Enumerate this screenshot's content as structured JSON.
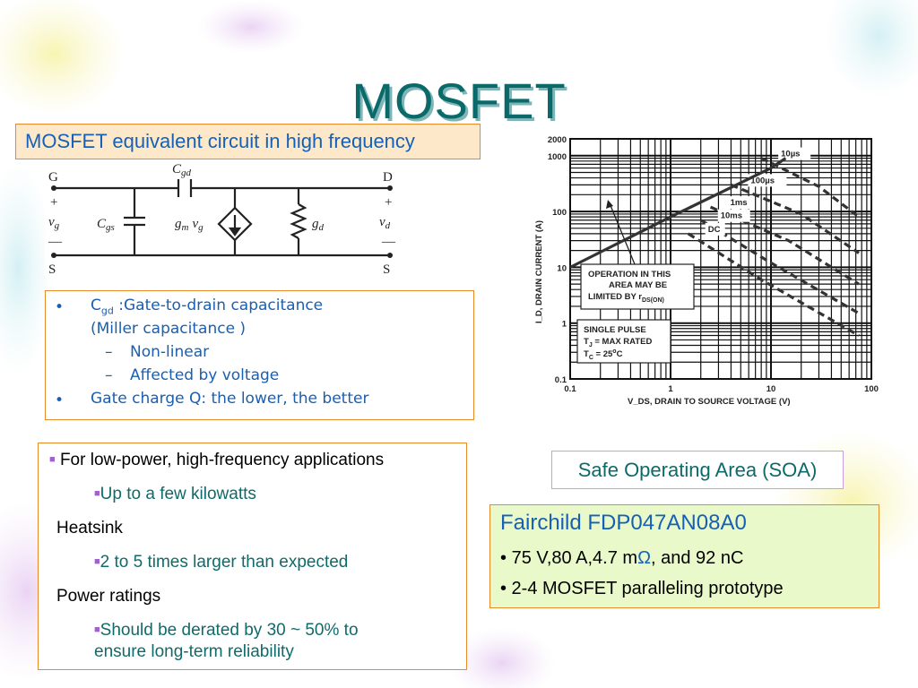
{
  "slide": {
    "title": "MOSFET",
    "heading": "MOSFET equivalent circuit in high frequency"
  },
  "circuit": {
    "node_G": "G",
    "node_S_left": "S",
    "node_D": "D",
    "node_S_right": "S",
    "plus_left": "+",
    "minus_left": "—",
    "vg": "v",
    "vg_sub": "g",
    "vd": "v",
    "vd_sub": "d",
    "plus_right": "+",
    "minus_right": "—",
    "cgd": "C",
    "cgd_sub": "gd",
    "cgs": "C",
    "cgs_sub": "gs",
    "gm": "g",
    "gm_sub": "m",
    "gm_v": "v",
    "gm_v_sub": "g",
    "gd": "g",
    "gd_sub": "d"
  },
  "bullets": {
    "item1_main": "C",
    "item1_sub": "gd",
    "item1_rest": " :Gate-to-drain capacitance",
    "item1_line2": "(Miller capacitance )",
    "sub1": "Non-linear",
    "sub2": "Affected by voltage",
    "dash": "–",
    "bullet": "•",
    "item2": "Gate charge Q: the lower, the better"
  },
  "notes": {
    "n1": "For low-power, high-frequency applications",
    "n1a": "Up to a few kilowatts",
    "n2": "Heatsink",
    "n2a": "2 to 5 times larger than expected",
    "n3": "Power ratings",
    "n3a_line1": "Should be derated by 30 ~ 50% to",
    "n3a_line2": "ensure long-term reliability"
  },
  "soa_label": "Safe Operating Area (SOA)",
  "part": {
    "name": "Fairchild FDP047AN08A0",
    "bullet": "•",
    "spec_a": " 75 V,80 A,4.7 m",
    "spec_ohm": "Ω",
    "spec_b": ", and 92 nC",
    "proto": "• 2-4 MOSFET paralleling prototype"
  },
  "chart_data": {
    "type": "line",
    "title": "",
    "xlabel": "V_DS, DRAIN TO SOURCE VOLTAGE (V)",
    "ylabel": "I_D, DRAIN CURRENT (A)",
    "xscale": "log",
    "yscale": "log",
    "xlim": [
      0.1,
      100
    ],
    "ylim": [
      0.1,
      2000
    ],
    "x_ticks": [
      "0.1",
      "1",
      "10",
      "100"
    ],
    "y_ticks": [
      "0.1",
      "1",
      "10",
      "100",
      "1000",
      "2000"
    ],
    "series": [
      {
        "name": "10µs",
        "style": "dashed",
        "x": [
          8,
          30,
          75
        ],
        "y": [
          900,
          280,
          80
        ]
      },
      {
        "name": "100µs",
        "style": "dashed",
        "x": [
          4,
          20,
          75
        ],
        "y": [
          300,
          90,
          18
        ]
      },
      {
        "name": "1ms",
        "style": "dashed",
        "x": [
          2.5,
          15,
          75
        ],
        "y": [
          120,
          30,
          5
        ]
      },
      {
        "name": "10ms",
        "style": "dashed",
        "x": [
          2,
          10,
          75
        ],
        "y": [
          70,
          12,
          1.5
        ]
      },
      {
        "name": "DC",
        "style": "dashed",
        "x": [
          1.5,
          8,
          75
        ],
        "y": [
          40,
          6,
          0.6
        ]
      },
      {
        "name": "",
        "style": "solid",
        "x": [
          0.1,
          1,
          10,
          14
        ],
        "y": [
          10,
          80,
          600,
          900
        ]
      }
    ],
    "annotations": {
      "operation": "OPERATION IN THIS\nAREA MAY BE\nLIMITED BY r",
      "operation_sub": "DS(ON)",
      "single_pulse_1": "SINGLE PULSE",
      "single_pulse_2": "T",
      "single_pulse_2_sub": "J",
      "single_pulse_2_rest": " = MAX RATED",
      "single_pulse_3": "T",
      "single_pulse_3_sub": "C",
      "single_pulse_3_rest": " = 25",
      "single_pulse_3_deg": "o",
      "single_pulse_3_end": "C"
    },
    "grid": true
  },
  "colors": {
    "title": "#0a6a6a",
    "heading_text": "#1560b8",
    "box_border": "#e88a2a",
    "heading_bg": "#fde9c9",
    "part_bg": "#eaf9c9"
  }
}
